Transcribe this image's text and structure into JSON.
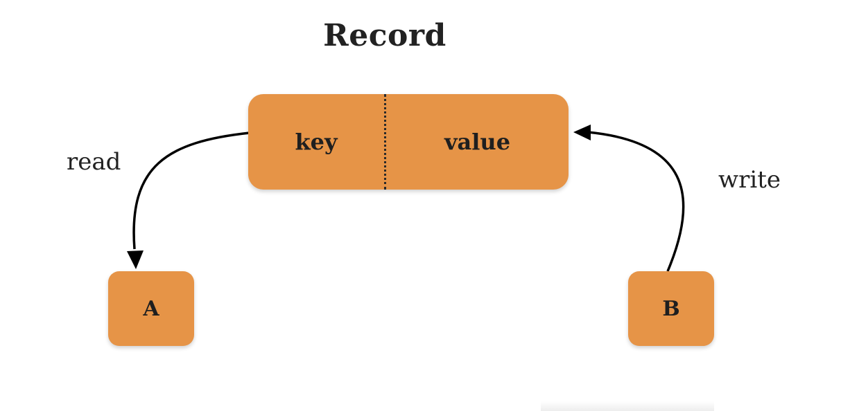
{
  "title": "Record",
  "record": {
    "key_label": "key",
    "value_label": "value"
  },
  "nodes": {
    "a_label": "A",
    "b_label": "B"
  },
  "edges": {
    "read_label": "read",
    "write_label": "write"
  },
  "colors": {
    "box_fill": "#e69447",
    "text": "#1f1f1f",
    "arrow": "#000000",
    "background": "#ffffff"
  }
}
